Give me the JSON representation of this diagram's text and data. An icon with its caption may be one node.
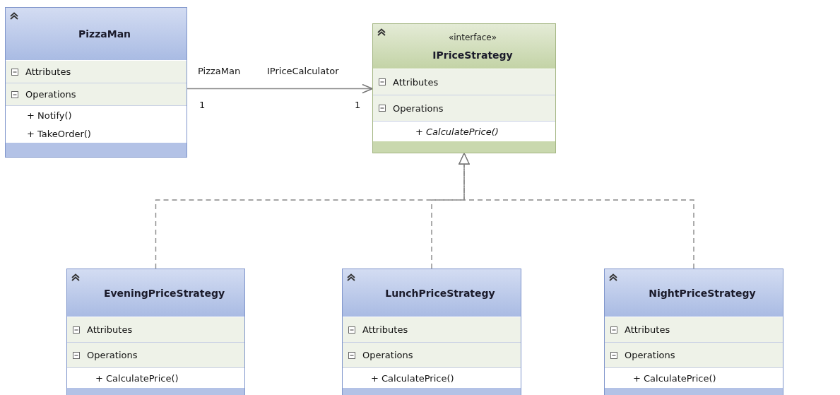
{
  "diagram": {
    "nodes": [
      {
        "text": [
          "PizzaMan",
          "Attributes",
          "Operations",
          "+ Notify()",
          "+ TakeOrder()"
        ]
      },
      {
        "text": [
          "«interface»",
          "IPriceStrategy",
          "Attributes",
          "Operations",
          "+ CalculatePrice()"
        ]
      },
      {
        "text": [
          "EveningPriceStrategy",
          "Attributes",
          "Operations",
          "+ CalculatePrice()"
        ]
      },
      {
        "text": [
          "LunchPriceStrategy",
          "Attributes",
          "Operations",
          "+ CalculatePrice()"
        ]
      },
      {
        "text": [
          "NightPriceStrategy",
          "Attributes",
          "Operations",
          "+ CalculatePrice()"
        ]
      }
    ],
    "edges": [
      {
        "from": 0,
        "to": 1,
        "arrow": "to"
      },
      {
        "from": 2,
        "to": 1,
        "arrow": "to",
        "style": "dashed"
      },
      {
        "from": 3,
        "to": 1,
        "arrow": "to",
        "style": "dashed"
      },
      {
        "from": 4,
        "to": 1,
        "arrow": "to",
        "style": "dashed"
      }
    ],
    "labels": [
      "PizzaMan",
      "IPriceCalculator",
      "1",
      "1"
    ]
  }
}
